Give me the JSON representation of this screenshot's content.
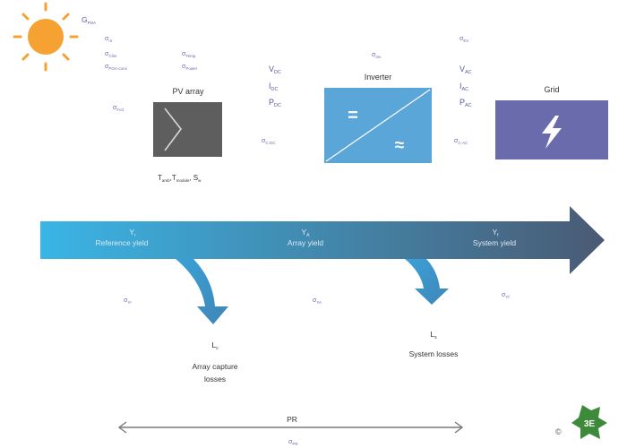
{
  "colors": {
    "sun": "#f6a233",
    "pv": "#5e5e5e",
    "inverter": "#5aa6d8",
    "grid": "#6a6bad",
    "arrow_start": "#3ab5e6",
    "arrow_end": "#4a5a73",
    "loss_arrow": "#3f86b8",
    "sigma_text": "#6a68b4",
    "logo": "#3d8a3a"
  },
  "icons": {
    "sun": "sun-icon",
    "dc": "equals-icon",
    "ac": "approx-icon",
    "grid": "lightning-icon",
    "logo": "3e-leaf-logo"
  },
  "irradiance": {
    "G": "G",
    "G_sub": "POA",
    "sigma_top": {
      "s": "σ",
      "sub": "m"
    },
    "sigma_2": {
      "s": "σ",
      "sub": "Clim"
    },
    "sigma_3": {
      "s": "σ",
      "sub": "POA-conv"
    },
    "sigma_4": {
      "s": "σ",
      "sub": "Fcd"
    }
  },
  "pv": {
    "label": "PV array",
    "sigma_1": {
      "s": "σ",
      "sub": "Temp"
    },
    "sigma_2": {
      "s": "σ",
      "sub": "Power"
    },
    "temps": {
      "t1": "T",
      "t1_sub": "amb",
      "t2": "T",
      "t2_sub": "module",
      "sep": ",",
      "s": "S",
      "s_sub": "w"
    }
  },
  "dc": {
    "V": "V",
    "V_sub": "DC",
    "I": "I",
    "I_sub": "DC",
    "P": "P",
    "P_sub": "DC",
    "sigma": {
      "s": "σ",
      "sub": "C-DC"
    }
  },
  "inverter": {
    "label": "Inverter",
    "sigma": {
      "s": "σ",
      "sub": "Inv"
    },
    "dc_symbol": "=",
    "ac_symbol": "≈"
  },
  "ac": {
    "sigma_top": {
      "s": "σ",
      "sub": "EV"
    },
    "V": "V",
    "V_sub": "AC",
    "I": "I",
    "I_sub": "AC",
    "P": "P",
    "P_sub": "AC",
    "sigma": {
      "s": "σ",
      "sub": "C-AC"
    }
  },
  "grid": {
    "label": "Grid"
  },
  "yields": {
    "reference": {
      "symbol": "Y",
      "sub": "r",
      "label": "Reference yield"
    },
    "array": {
      "symbol": "Y",
      "sub": "A",
      "label": "Array yield"
    },
    "system": {
      "symbol": "Y",
      "sub": "f",
      "label": "System yield"
    }
  },
  "sigma_yields": {
    "yr": {
      "s": "σ",
      "sub": "Yr"
    },
    "ya": {
      "s": "σ",
      "sub": "YA"
    },
    "yf": {
      "s": "σ",
      "sub": "Yf"
    }
  },
  "losses": {
    "capture": {
      "symbol": "L",
      "sub": "c",
      "line1": "Array capture",
      "line2": "losses"
    },
    "system": {
      "symbol": "L",
      "sub": "s",
      "line1": "System losses"
    }
  },
  "pr": {
    "label": "PR",
    "sigma": {
      "s": "σ",
      "sub": "PR"
    }
  },
  "logo": {
    "copyright": "©",
    "text": "3E"
  }
}
